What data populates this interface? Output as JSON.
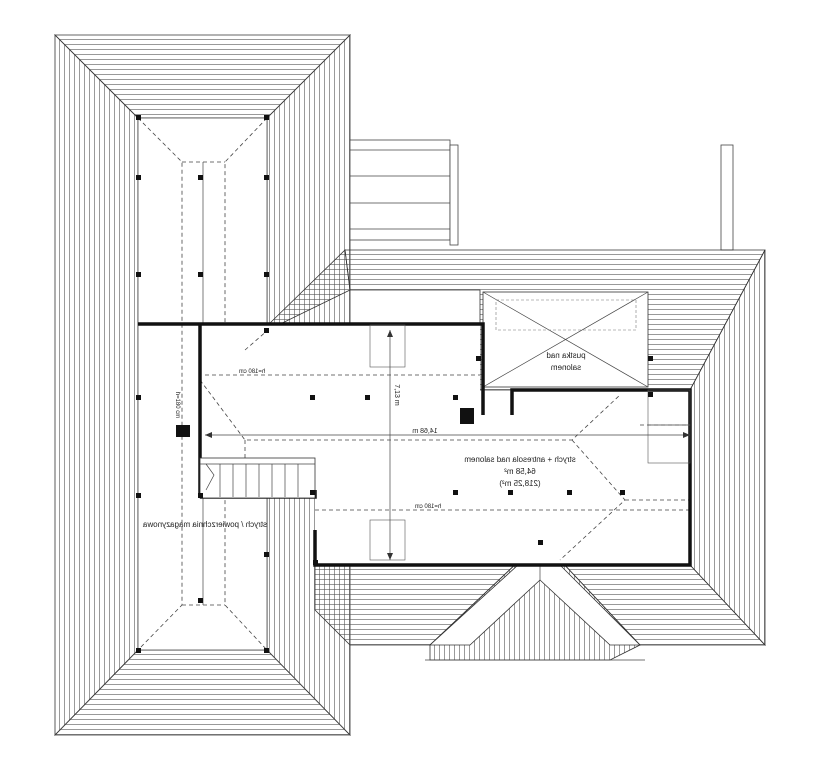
{
  "plan": {
    "labels": {
      "void_over_salon": {
        "line1": "pustka nad",
        "line2": "salonem"
      },
      "attic_mezzanine": {
        "line1": "strych + antresola nad salonem",
        "line2": "64,58 m²",
        "line3": "(218,25 m²)"
      },
      "storage_attic": "strych / powierzchnia magazynowa",
      "width_dim": "14,68 m",
      "height_dim": "7,13 m",
      "ceiling_height_top": "h=180 cm",
      "ceiling_height_bottom": "h=180 cm",
      "ceiling_height_left": "h=180 cm"
    }
  }
}
